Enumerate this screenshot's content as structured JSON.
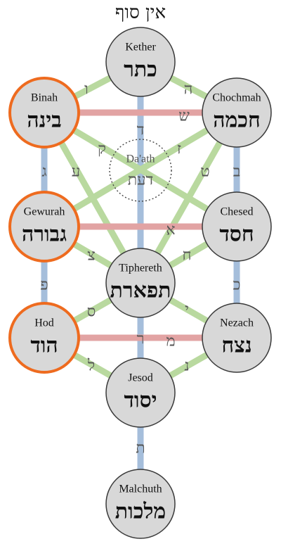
{
  "title": "אין סוף",
  "colors": {
    "horizontal": "#e2a3a3",
    "vertical": "#a5bedb",
    "diagonal": "#b9d99f",
    "node_fill": "#d8d8d8",
    "node_stroke_default": "#3a3a3a",
    "node_stroke_highlight": "#ee6b1f",
    "letter": "#555555",
    "label": "#111111"
  },
  "sephirot": [
    {
      "id": "kether",
      "name": "Kether",
      "hebrew": "כתר",
      "highlight": false
    },
    {
      "id": "binah",
      "name": "Binah",
      "hebrew": "בינה",
      "highlight": true
    },
    {
      "id": "chochmah",
      "name": "Chochmah",
      "hebrew": "חכמה",
      "highlight": false
    },
    {
      "id": "gewurah",
      "name": "Gewurah",
      "hebrew": "גבורה",
      "highlight": true
    },
    {
      "id": "chesed",
      "name": "Chesed",
      "hebrew": "חסד",
      "highlight": false
    },
    {
      "id": "tiphereth",
      "name": "Tiphereth",
      "hebrew": "תפארת",
      "highlight": false
    },
    {
      "id": "hod",
      "name": "Hod",
      "hebrew": "הוד",
      "highlight": true
    },
    {
      "id": "nezach",
      "name": "Nezach",
      "hebrew": "נצח",
      "highlight": false
    },
    {
      "id": "jesod",
      "name": "Jesod",
      "hebrew": "יסוד",
      "highlight": false
    },
    {
      "id": "malchuth",
      "name": "Malchuth",
      "hebrew": "מלכות",
      "highlight": false
    }
  ],
  "daath": {
    "name": "Da'ath",
    "hebrew": "דעת"
  },
  "paths": [
    {
      "from": "kether",
      "to": "binah",
      "letter": "ו",
      "kind": "diagonal"
    },
    {
      "from": "kether",
      "to": "chochmah",
      "letter": "ה",
      "kind": "diagonal"
    },
    {
      "from": "kether",
      "to": "tiphereth",
      "letter": "ד",
      "kind": "vertical"
    },
    {
      "from": "binah",
      "to": "chochmah",
      "letter": "ש",
      "kind": "horizontal"
    },
    {
      "from": "binah",
      "to": "gewurah",
      "letter": "ג",
      "kind": "vertical"
    },
    {
      "from": "binah",
      "to": "tiphereth",
      "letter": "ע",
      "kind": "diagonal"
    },
    {
      "from": "binah",
      "to": "chesed",
      "letter": "ק",
      "kind": "diagonal"
    },
    {
      "from": "chochmah",
      "to": "gewurah",
      "letter": "ז",
      "kind": "diagonal"
    },
    {
      "from": "chochmah",
      "to": "tiphereth",
      "letter": "ט",
      "kind": "diagonal"
    },
    {
      "from": "chochmah",
      "to": "chesed",
      "letter": "ב",
      "kind": "vertical"
    },
    {
      "from": "gewurah",
      "to": "chesed",
      "letter": "א",
      "kind": "horizontal"
    },
    {
      "from": "gewurah",
      "to": "tiphereth",
      "letter": "צ",
      "kind": "diagonal"
    },
    {
      "from": "gewurah",
      "to": "hod",
      "letter": "פ",
      "kind": "vertical"
    },
    {
      "from": "chesed",
      "to": "tiphereth",
      "letter": "ח",
      "kind": "diagonal"
    },
    {
      "from": "chesed",
      "to": "nezach",
      "letter": "כ",
      "kind": "vertical"
    },
    {
      "from": "tiphereth",
      "to": "hod",
      "letter": "ס",
      "kind": "diagonal"
    },
    {
      "from": "tiphereth",
      "to": "nezach",
      "letter": "י",
      "kind": "diagonal"
    },
    {
      "from": "tiphereth",
      "to": "jesod",
      "letter": "ר",
      "kind": "vertical"
    },
    {
      "from": "hod",
      "to": "nezach",
      "letter": "מ",
      "kind": "horizontal"
    },
    {
      "from": "hod",
      "to": "jesod",
      "letter": "ל",
      "kind": "diagonal"
    },
    {
      "from": "nezach",
      "to": "jesod",
      "letter": "נ",
      "kind": "diagonal"
    },
    {
      "from": "jesod",
      "to": "malchuth",
      "letter": "ת",
      "kind": "vertical"
    }
  ]
}
